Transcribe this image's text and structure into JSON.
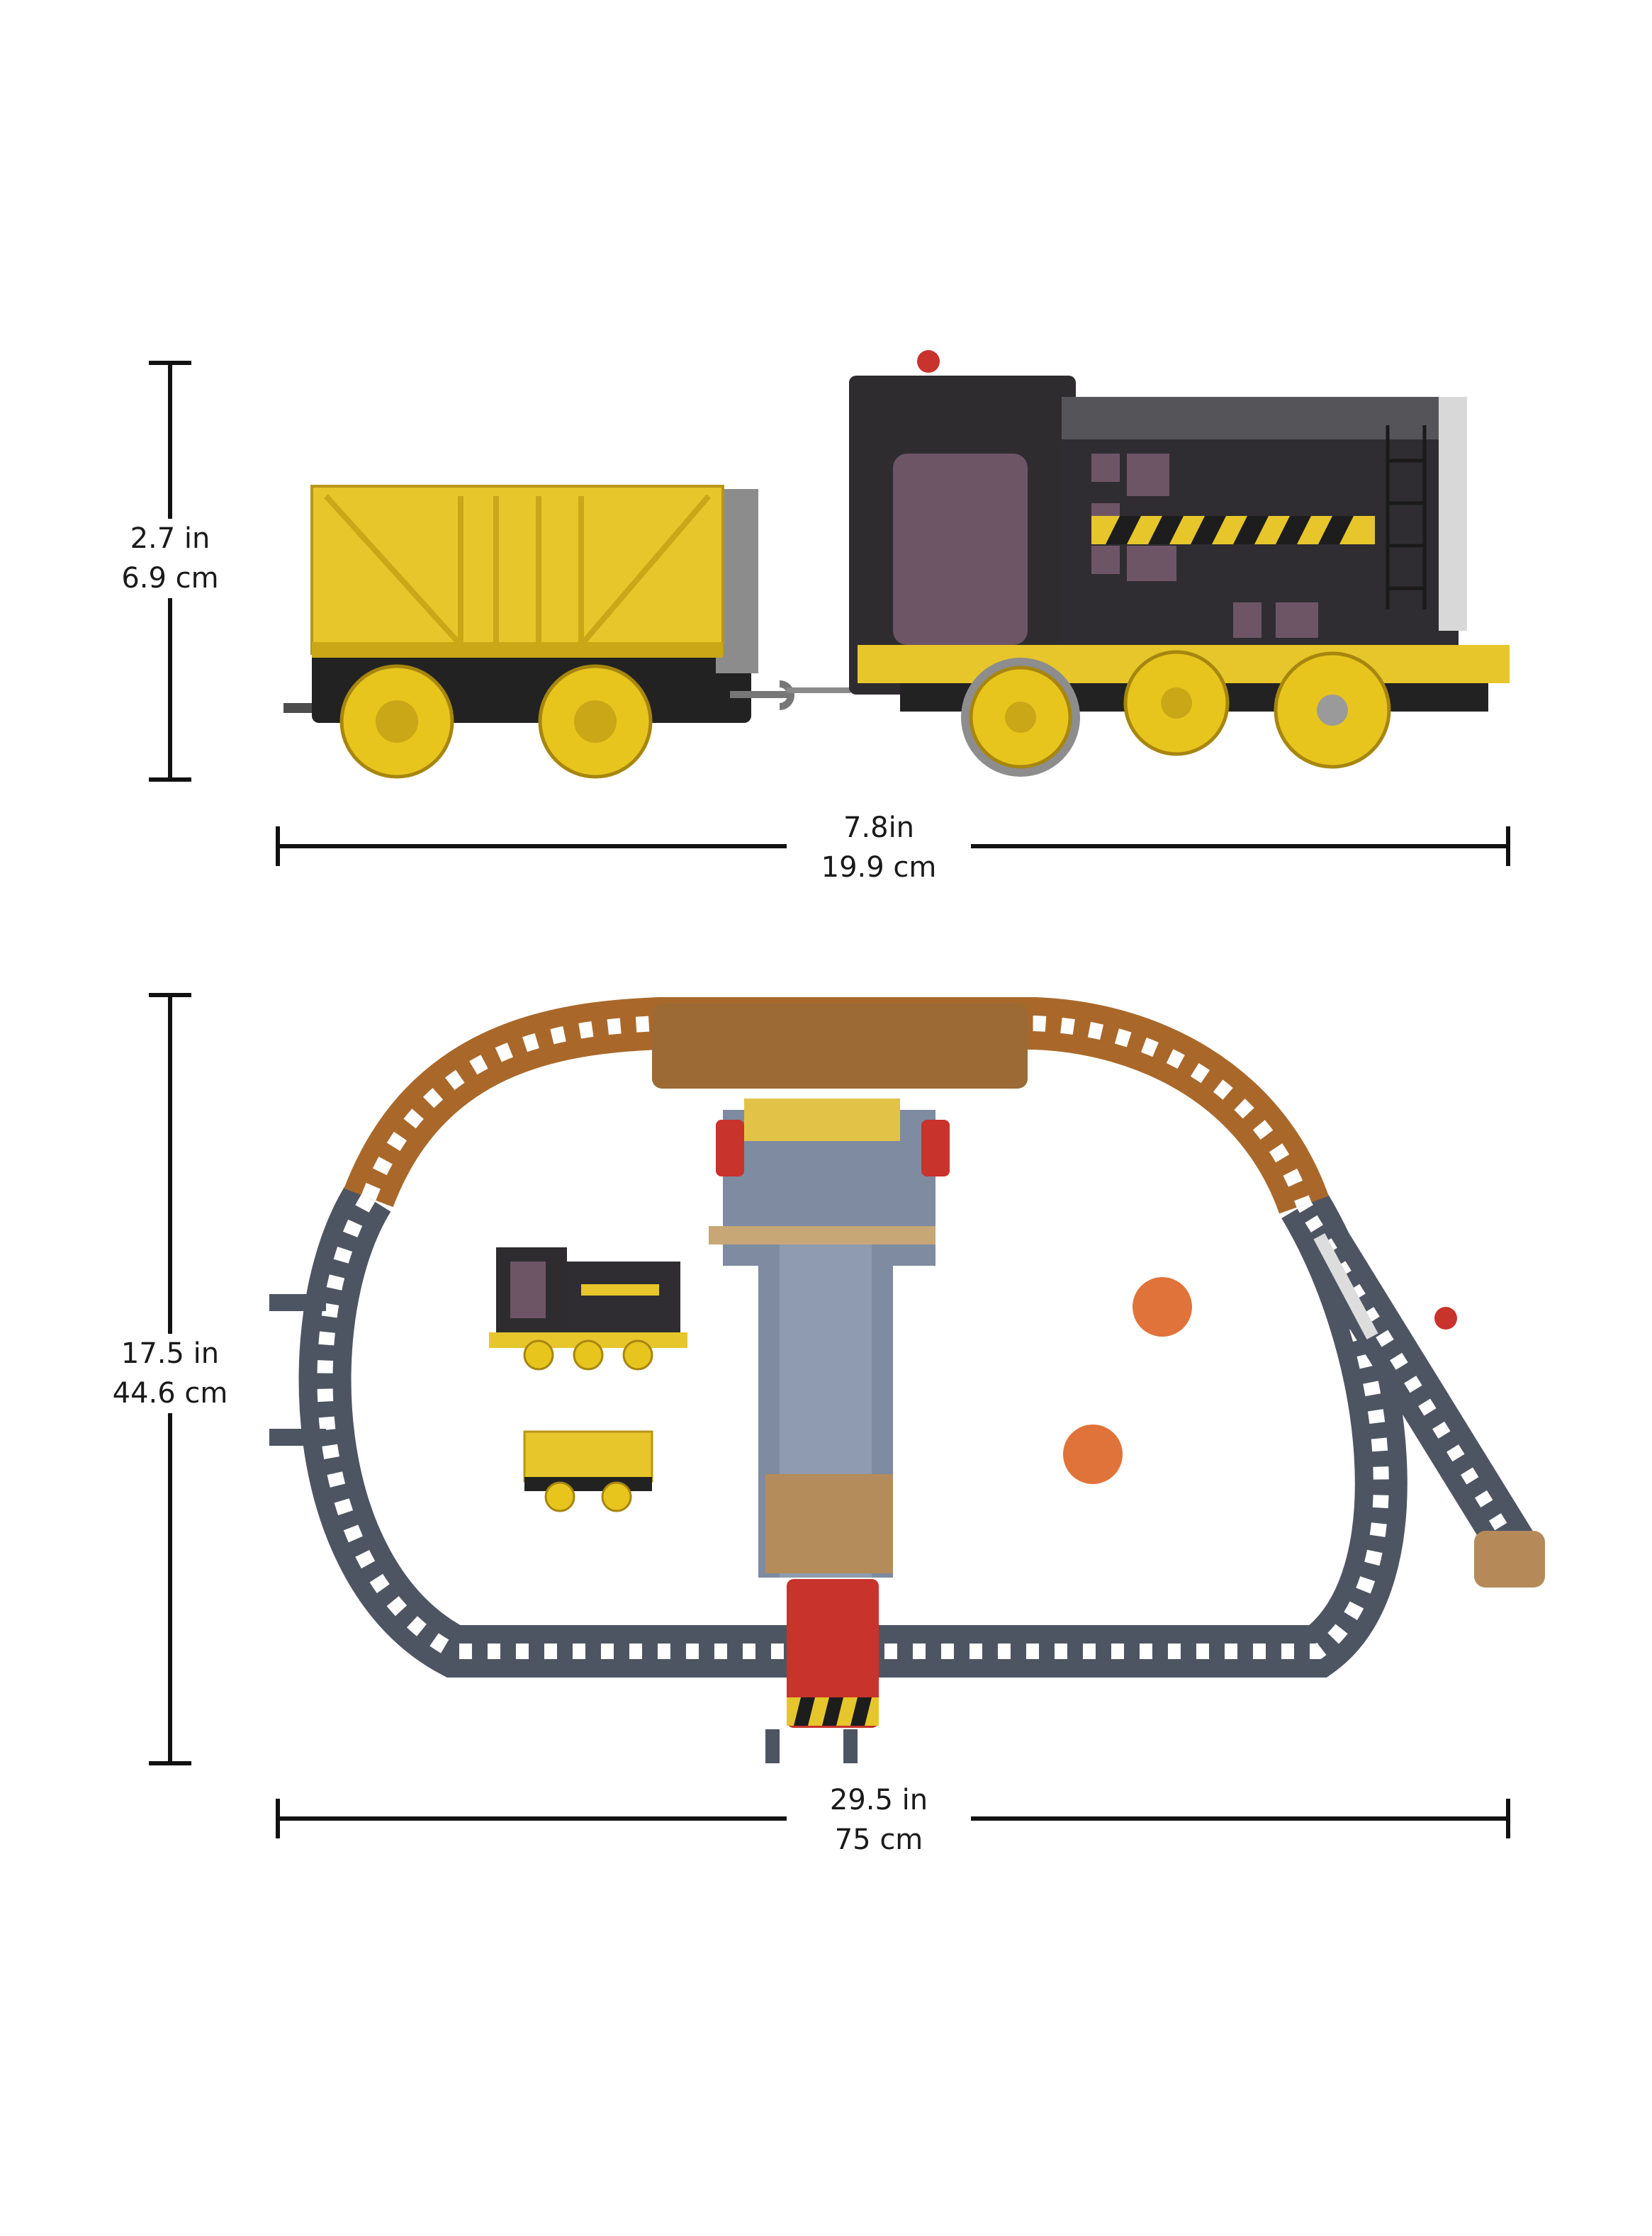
{
  "colors": {
    "line": "#111111",
    "locomotive_body": "#2e2c2f",
    "locomotive_roof": "#4a4a4e",
    "cab_panel": "#6d5566",
    "wagon_yellow": "#e6c62a",
    "wagon_yellow_dark": "#c9a716",
    "wheel_yellow": "#e8c51d",
    "gray_track": "#4d5563",
    "brown_track": "#a9682a",
    "hazard_black": "#1d1d1d",
    "red": "#c8332b",
    "orange_disc": "#e0733a"
  },
  "top_product": {
    "height": {
      "in": "2.7 in",
      "cm": "6.9 cm"
    },
    "width": {
      "in": "7.8in",
      "cm": "19.9 cm"
    }
  },
  "bottom_product": {
    "height": {
      "in": "17.5 in",
      "cm": "44.6 cm"
    },
    "width": {
      "in": "29.5 in",
      "cm": "75 cm"
    }
  }
}
